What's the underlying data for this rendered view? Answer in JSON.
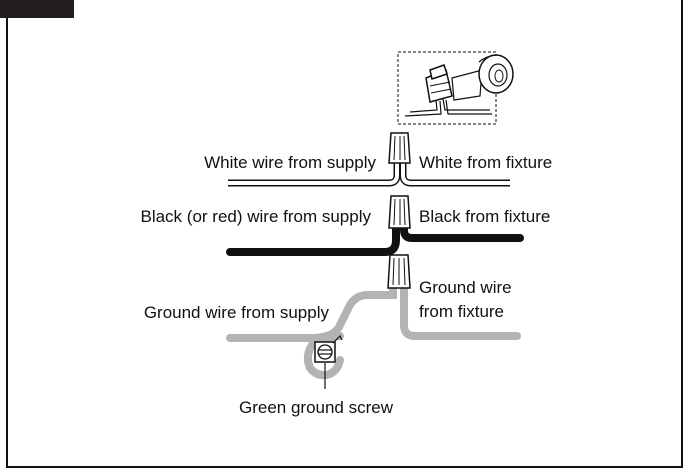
{
  "labels": {
    "white_supply": "White wire from supply",
    "white_fixture": "White from fixture",
    "black_supply": "Black (or red) wire from supply",
    "black_fixture": "Black from fixture",
    "ground_supply": "Ground wire from supply",
    "ground_fixture_line1": "Ground wire",
    "ground_fixture_line2": "from fixture",
    "ground_screw": "Green ground screw"
  },
  "colors": {
    "white_wire": "#ffffff",
    "black_wire": "#111111",
    "ground_wire": "#b3b3b3",
    "outline": "#111111"
  },
  "icons": [
    "wire-nut-icon",
    "electrical-tape-icon",
    "ground-screw-icon"
  ]
}
